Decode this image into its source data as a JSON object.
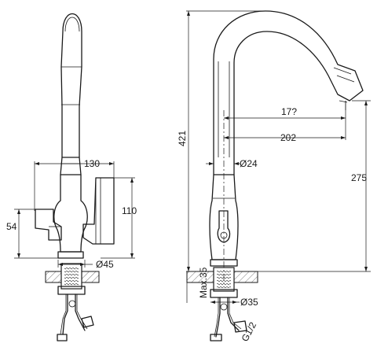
{
  "labels": {
    "front_width": "130",
    "front_height": "110",
    "front_lever_height": "54",
    "front_base_diameter": "Ø45",
    "side_total_height": "421",
    "side_spout_rotation": "17?",
    "side_spout_reach": "202",
    "side_spout_height": "275",
    "side_neck_diameter": "Ø24",
    "side_max_thickness": "Max.35",
    "side_thread_diameter": "Ø35",
    "side_thread": "G1/2"
  }
}
